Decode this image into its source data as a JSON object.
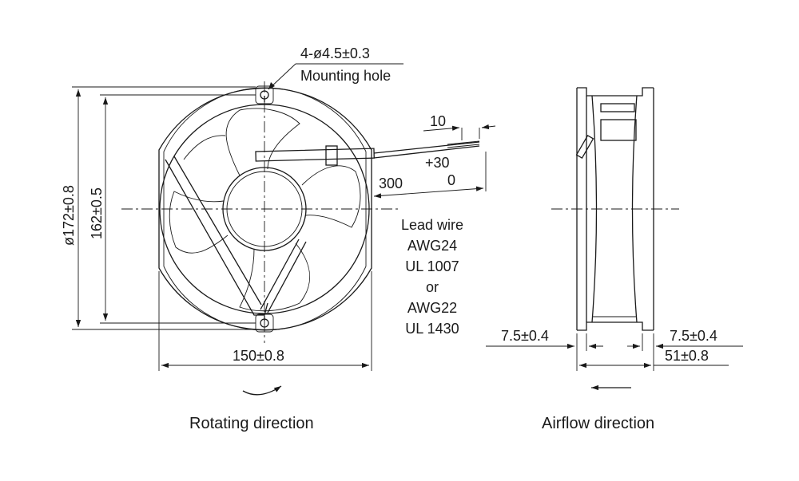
{
  "mounting_hole": {
    "spec": "4-ø4.5±0.3",
    "label": "Mounting hole"
  },
  "dimensions": {
    "outer_diameter": "ø172±0.8",
    "hole_spacing_vertical": "162±0.5",
    "width": "150±0.8",
    "depth": "51±0.8",
    "flange_left": "7.5±0.4",
    "flange_right": "7.5±0.4"
  },
  "lead_wire": {
    "strip_length": "10",
    "length": "300",
    "tol_plus": "+30",
    "tol_minus": "0",
    "lines": [
      "Lead wire",
      "AWG24",
      "UL 1007",
      "or",
      "AWG22",
      "UL 1430"
    ]
  },
  "captions": {
    "rotating": "Rotating direction",
    "airflow": "Airflow direction"
  }
}
